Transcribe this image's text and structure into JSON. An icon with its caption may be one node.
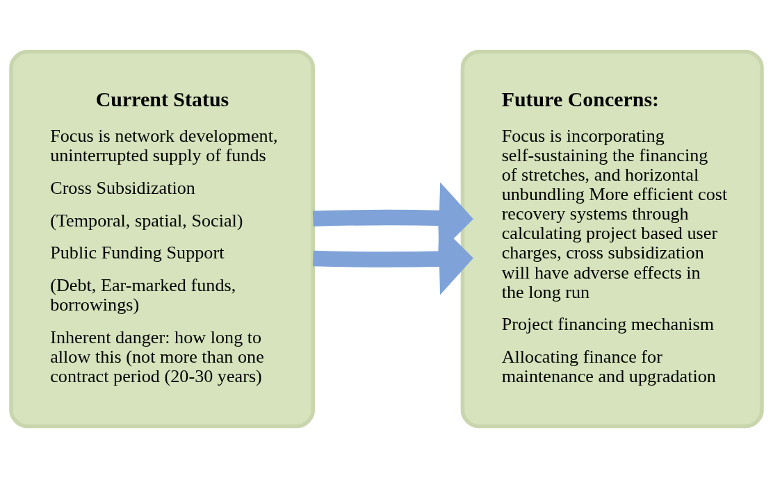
{
  "diagram": {
    "nodes": [
      {
        "text": [
          "Current Status",
          "Focus is network development, uninterrupted supply of funds",
          "Cross Subsidization",
          "(Temporal, spatial, Social)",
          "Public Funding Support",
          "(Debt, Ear-marked funds, borrowings)",
          "Inherent danger: how long to allow this (not more than one contract period (20-30 years)"
        ]
      },
      {
        "text": [
          "Future Concerns:",
          "Focus is incorporating self-sustaining the financing of stretches, and horizontal unbundling More efficient cost recovery systems through calculating project based user charges, cross subsidization will have adverse effects in the long run",
          "Project financing mechanism",
          "Allocating finance for maintenance and upgradation"
        ]
      }
    ],
    "edges": [
      {
        "from": 0,
        "to": 1,
        "arrow": "to"
      },
      {
        "from": 0,
        "to": 1,
        "arrow": "to"
      }
    ]
  }
}
